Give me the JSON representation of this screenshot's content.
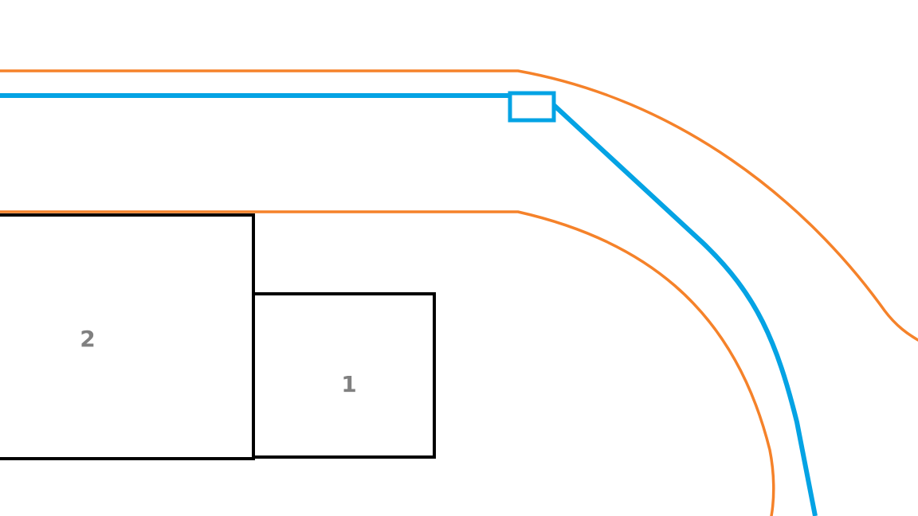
{
  "colors": {
    "road_edge": "#f5822a",
    "track": "#04a3e4",
    "block_outline": "#000000",
    "label": "#808080",
    "background": "#ffffff"
  },
  "blocks": [
    {
      "id": "block-2",
      "label": "2"
    },
    {
      "id": "block-1",
      "label": "1"
    }
  ]
}
